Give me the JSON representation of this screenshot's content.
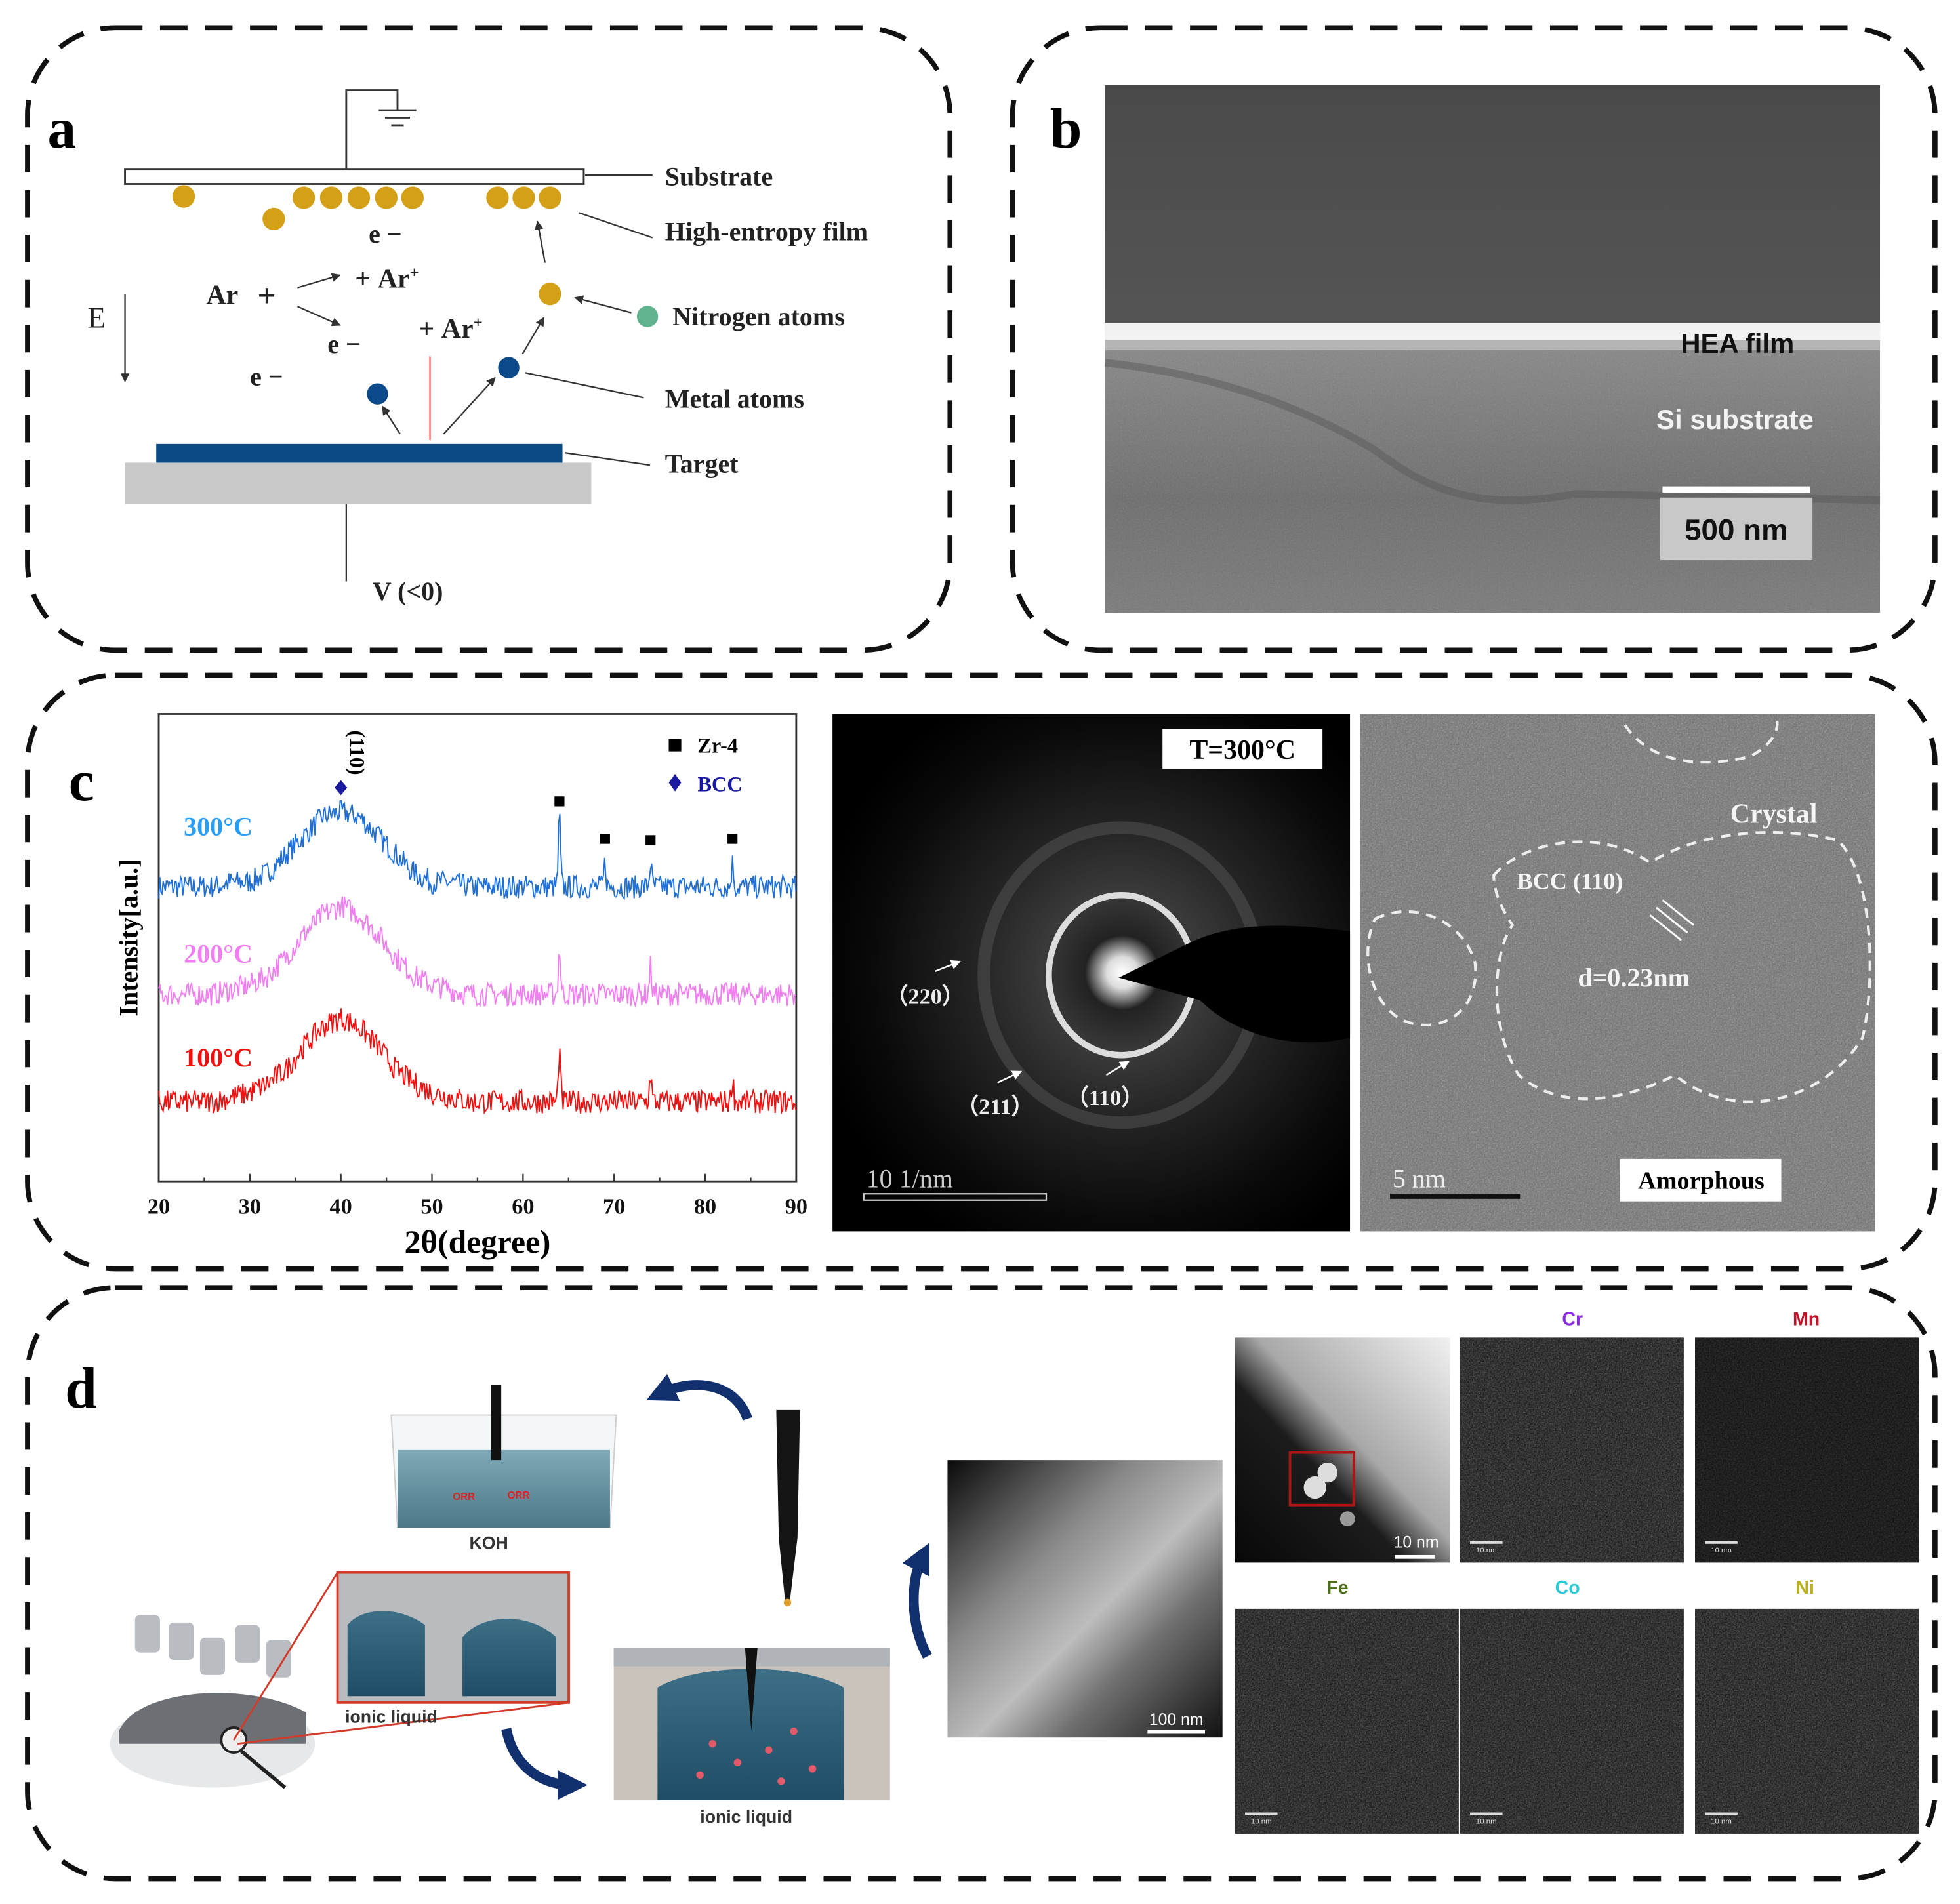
{
  "panels": {
    "a": {
      "letter": "a",
      "labels": {
        "substrate": "Substrate",
        "film": "High-entropy film",
        "nitrogen": "Nitrogen atoms",
        "metal": "Metal atoms",
        "target": "Target",
        "voltage": "V (<0)",
        "field": "E",
        "ar": "Ar",
        "ar_ion_1": "Ar",
        "ar_ion_2": "Ar",
        "ion_sup": "+",
        "plus": "+",
        "electron": "e −"
      },
      "colors": {
        "film_atom": "#d4a017",
        "nitrogen_atom": "#5fb38f",
        "metal_atom": "#0d4a8a",
        "target": "#0b4a85",
        "holder": "#c8c8c8"
      }
    },
    "b": {
      "letter": "b",
      "film_label": "HEA film",
      "substrate_label": "Si substrate",
      "scale_bar": "500 nm"
    },
    "c": {
      "letter": "c",
      "saed": {
        "temperature": "T=300°C",
        "rings": [
          "（220）",
          "（211）",
          "（110）"
        ],
        "scale_bar": "10 1/nm"
      },
      "hrtem": {
        "crystal": "Crystal",
        "plane": "BCC (110)",
        "spacing": "d=0.23nm",
        "amorphous": "Amorphous",
        "scale_bar": "5 nm"
      }
    },
    "d": {
      "letter": "d",
      "beaker_label": "KOH",
      "reaction": "ORR",
      "inset_label": "ionic liquid",
      "well_label": "ionic liquid",
      "tem_scale": "100 nm",
      "haadf_scale": "10 nm",
      "eds_scale": "10 nm",
      "eds": [
        {
          "element": "Cr",
          "color": "#8a2be2"
        },
        {
          "element": "Mn",
          "color": "#c0142a"
        },
        {
          "element": "Fe",
          "color": "#4e6e1c"
        },
        {
          "element": "Co",
          "color": "#2cc9d6"
        },
        {
          "element": "Ni",
          "color": "#b9b21e"
        }
      ]
    }
  },
  "chart_data": {
    "type": "line",
    "xlabel": "2θ(degree)",
    "ylabel": "Intensity[a.u.]",
    "xlim": [
      20,
      90
    ],
    "ylim": [
      0,
      100
    ],
    "xticks": [
      20,
      30,
      40,
      50,
      60,
      70,
      80,
      90
    ],
    "grid": false,
    "legend_position": "top-right",
    "legend": [
      {
        "label": "Zr-4",
        "marker": "square",
        "color": "#000000"
      },
      {
        "label": "BCC",
        "marker": "diamond",
        "color": "#1a1aa0"
      }
    ],
    "annotation": "(110)",
    "bcc_peak_x": 40,
    "zr4_peak_x": [
      64,
      69,
      74,
      83
    ],
    "x": [
      20,
      22,
      24,
      26,
      28,
      30,
      32,
      34,
      36,
      38,
      40,
      42,
      44,
      46,
      48,
      50,
      52,
      54,
      56,
      58,
      60,
      62,
      64,
      66,
      68,
      70,
      72,
      74,
      76,
      78,
      80,
      82,
      84,
      86,
      88,
      90
    ],
    "series": [
      {
        "name": "300°C",
        "color": "#1f6fd6",
        "label_color": "#2a9df4",
        "values": [
          63,
          63,
          63,
          63,
          64,
          64,
          66,
          70,
          74,
          78,
          79,
          78,
          74,
          70,
          66,
          64,
          64,
          63,
          63,
          63,
          63,
          63,
          63,
          63,
          63,
          63,
          63,
          63,
          63,
          63,
          63,
          63,
          63,
          63,
          63,
          63
        ],
        "sharp_peaks": [
          [
            64,
            78
          ],
          [
            69,
            68
          ],
          [
            74,
            68
          ],
          [
            83,
            68
          ]
        ]
      },
      {
        "name": "200°C",
        "color": "#f07ef0",
        "label_color": "#f07ef0",
        "values": [
          40,
          40,
          40,
          40,
          41,
          42,
          44,
          48,
          53,
          57,
          59,
          57,
          53,
          48,
          44,
          42,
          41,
          40,
          40,
          40,
          40,
          40,
          40,
          40,
          40,
          40,
          40,
          40,
          40,
          40,
          40,
          40,
          40,
          40,
          40,
          40
        ],
        "sharp_peaks": [
          [
            64,
            50
          ],
          [
            74,
            46
          ]
        ]
      },
      {
        "name": "100°C",
        "color": "#f01010",
        "label_color": "#f01010",
        "values": [
          17,
          17,
          17,
          17,
          18,
          19,
          21,
          24,
          29,
          33,
          35,
          33,
          29,
          24,
          21,
          19,
          18,
          17,
          17,
          17,
          17,
          17,
          17,
          17,
          17,
          17,
          17,
          17,
          17,
          17,
          17,
          17,
          17,
          17,
          17,
          17
        ],
        "sharp_peaks": [
          [
            64,
            28
          ],
          [
            74,
            23
          ],
          [
            83,
            22
          ]
        ]
      }
    ]
  }
}
